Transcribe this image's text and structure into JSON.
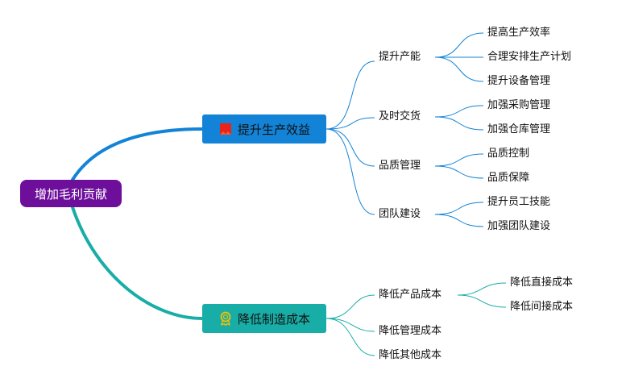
{
  "diagram": {
    "root": "增加毛利贡献",
    "branches": [
      {
        "label": "提升生产效益",
        "icon": "red-square-icon",
        "color": "#1283d6",
        "children": [
          {
            "label": "提升产能",
            "children": [
              "提高生产效率",
              "合理安排生产计划",
              "提升设备管理"
            ]
          },
          {
            "label": "及时交货",
            "children": [
              "加强采购管理",
              "加强仓库管理"
            ]
          },
          {
            "label": "品质管理",
            "children": [
              "品质控制",
              "品质保障"
            ]
          },
          {
            "label": "团队建设",
            "children": [
              "提升员工技能",
              "加强团队建设"
            ]
          }
        ]
      },
      {
        "label": "降低制造成本",
        "icon": "award-badge-icon",
        "color": "#18ada6",
        "children": [
          {
            "label": "降低产品成本",
            "children": [
              "降低直接成本",
              "降低间接成本"
            ]
          },
          {
            "label": "降低管理成本",
            "children": []
          },
          {
            "label": "降低其他成本",
            "children": []
          }
        ]
      }
    ]
  }
}
